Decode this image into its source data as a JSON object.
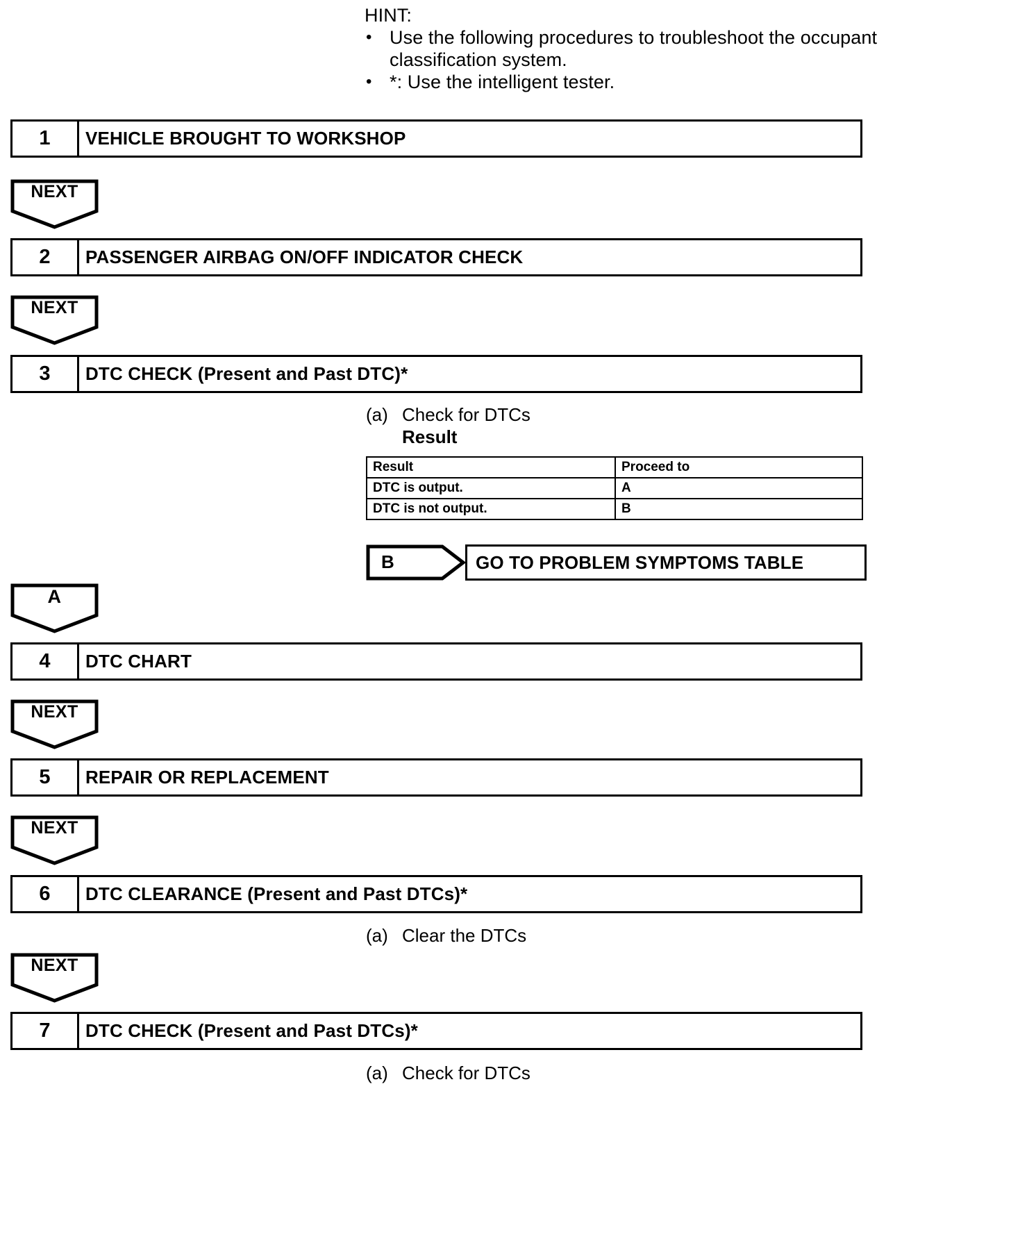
{
  "hint": {
    "title": "HINT:",
    "bullet_glyph": "•",
    "items": [
      "Use the following procedures to troubleshoot the occupant classification system.",
      "*: Use the intelligent tester."
    ]
  },
  "steps": [
    {
      "number": "1",
      "label": "VEHICLE BROUGHT TO WORKSHOP"
    },
    {
      "number": "2",
      "label": "PASSENGER AIRBAG ON/OFF INDICATOR CHECK"
    },
    {
      "number": "3",
      "label": "DTC CHECK (Present and Past DTC)*"
    },
    {
      "number": "4",
      "label": "DTC CHART"
    },
    {
      "number": "5",
      "label": "REPAIR OR REPLACEMENT"
    },
    {
      "number": "6",
      "label": "DTC CLEARANCE (Present and Past DTCs)*"
    },
    {
      "number": "7",
      "label": "DTC CHECK (Present and Past DTCs)*"
    }
  ],
  "connectors": {
    "next": "NEXT",
    "a": "A"
  },
  "substeps": {
    "step3_a_marker": "(a)",
    "step3_a_text": "Check for DTCs",
    "step3_result_heading": "Result",
    "step6_a_marker": "(a)",
    "step6_a_text": "Clear the DTCs",
    "step7_a_marker": "(a)",
    "step7_a_text": "Check for DTCs"
  },
  "result_table": {
    "headers": [
      "Result",
      "Proceed to"
    ],
    "rows": [
      [
        "DTC is output.",
        "A"
      ],
      [
        "DTC is not output.",
        "B"
      ]
    ]
  },
  "branch": {
    "tag": "B",
    "target_label": "GO TO PROBLEM SYMPTOMS TABLE"
  }
}
